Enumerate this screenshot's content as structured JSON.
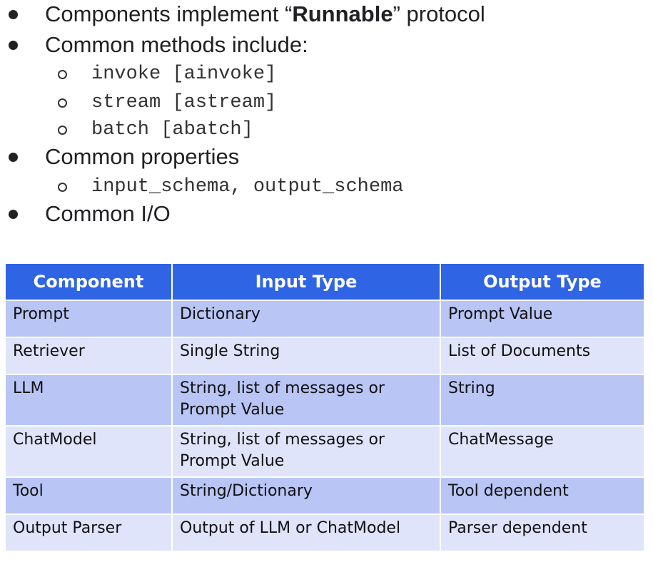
{
  "bullets": {
    "item1": {
      "prefix": "Components implement “",
      "bold": "Runnable",
      "suffix": "” protocol"
    },
    "item2": {
      "text": "Common methods include:"
    },
    "methods": [
      "invoke [ainvoke]",
      "stream [astream]",
      "batch [abatch]"
    ],
    "item3": {
      "text": "Common properties"
    },
    "properties": [
      "input_schema, output_schema"
    ],
    "item4": {
      "text": "Common I/O"
    }
  },
  "table": {
    "headers": [
      "Component",
      "Input Type",
      "Output Type"
    ],
    "rows": [
      {
        "component": "Prompt",
        "input": "Dictionary",
        "output": "Prompt Value"
      },
      {
        "component": "Retriever",
        "input": "Single String",
        "output": "List of Documents"
      },
      {
        "component": "LLM",
        "input": "String, list of messages or Prompt Value",
        "output": "String"
      },
      {
        "component": "ChatModel",
        "input": "String, list of messages or Prompt Value",
        "output": "ChatMessage"
      },
      {
        "component": "Tool",
        "input": "String/Dictionary",
        "output": "Tool dependent"
      },
      {
        "component": "Output Parser",
        "input": "Output of LLM or ChatModel",
        "output": "Parser dependent"
      }
    ]
  },
  "colors": {
    "header_bg": "#2f64e4",
    "row_odd": "#b8c5f5",
    "row_even": "#dfe4fb"
  }
}
